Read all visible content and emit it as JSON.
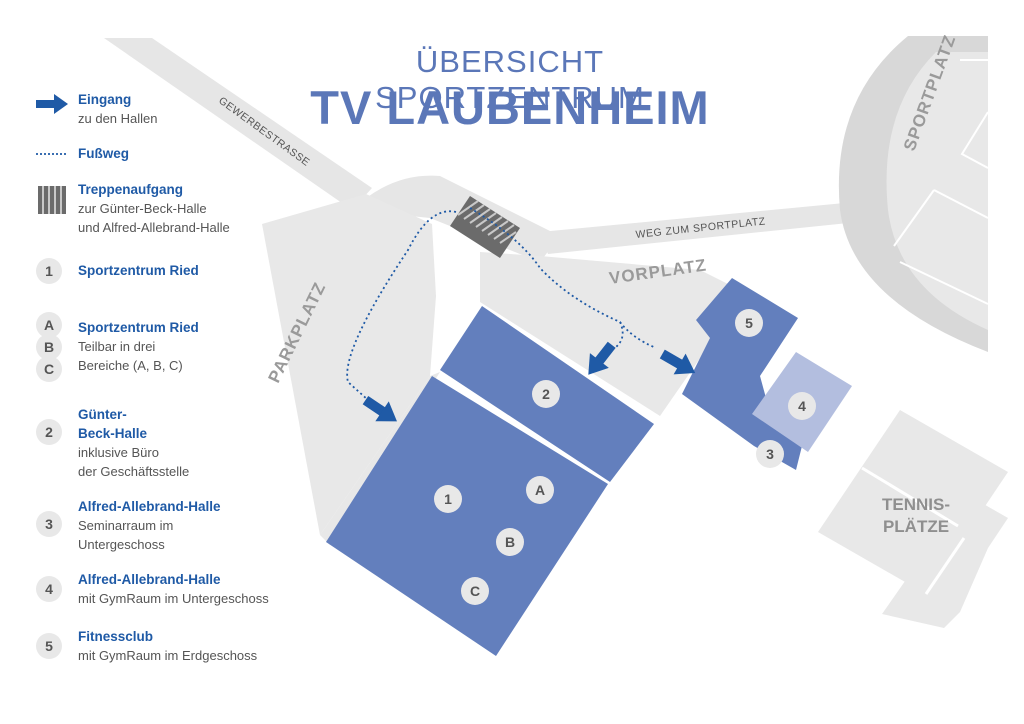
{
  "title": {
    "line1": "ÜBERSICHT SPORTZENTRUM",
    "line2": "TV LAUBENHEIM"
  },
  "legend": {
    "entrance": {
      "title": "Eingang",
      "sub": "zu den Hallen"
    },
    "footpath": {
      "title": "Fußweg"
    },
    "stairs": {
      "title": "Treppenaufgang",
      "sub1": "zur Günter-Beck-Halle",
      "sub2": "und Alfred-Allebrand-Halle"
    },
    "items": [
      {
        "key": "1",
        "title": "Sportzentrum Ried"
      },
      {
        "keys": [
          "A",
          "B",
          "C"
        ],
        "title": "Sportzentrum Ried",
        "sub1": "Teilbar in drei",
        "sub2": "Bereiche (A, B, C)"
      },
      {
        "key": "2",
        "title1": "Günter-",
        "title2": "Beck-Halle",
        "sub1": "inklusive Büro",
        "sub2": "der Geschäftsstelle"
      },
      {
        "key": "3",
        "title": "Alfred-Allebrand-Halle",
        "sub1": "Seminarraum im",
        "sub2": "Untergeschoss"
      },
      {
        "key": "4",
        "title": "Alfred-Allebrand-Halle",
        "sub1": "mit GymRaum im Untergeschoss"
      },
      {
        "key": "5",
        "title": "Fitnessclub",
        "sub1": "mit GymRaum im Erdgeschoss"
      }
    ]
  },
  "map_labels": {
    "gewerbestrasse": "GEWERBESTRASSE",
    "weg_sportplatz": "WEG ZUM SPORTPLATZ",
    "vorplatz": "VORPLATZ",
    "parkplatz": "PARKPLATZ",
    "sportplatz": "SPORTPLATZ",
    "tennis1": "TENNIS-",
    "tennis2": "PLÄTZE"
  },
  "markers": {
    "b1": "1",
    "b2": "2",
    "b3": "3",
    "b4": "4",
    "b5": "5",
    "a": "A",
    "b": "B",
    "c": "C"
  },
  "colors": {
    "building": "#637fbd",
    "building_light": "#b3bedf",
    "ground": "#e8e8e8",
    "road": "#e6e6e6",
    "accent": "#1f5aa6",
    "text_gray": "#9a9a9a"
  }
}
